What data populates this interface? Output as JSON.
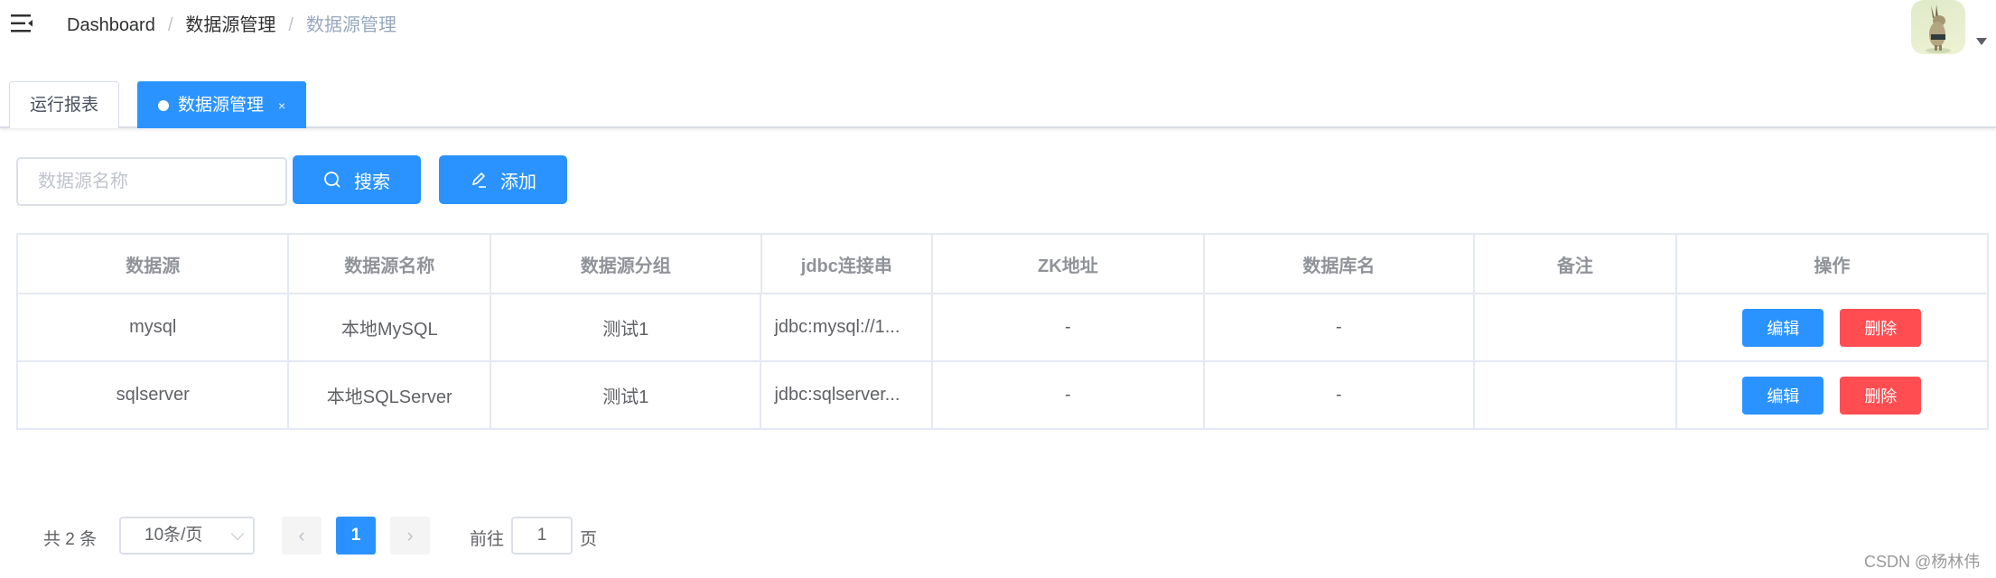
{
  "navbar": {
    "breadcrumb": [
      "Dashboard",
      "数据源管理",
      "数据源管理"
    ],
    "separator": "/",
    "icons": {
      "menu": "hamburger-fold-icon",
      "avatar": "user-avatar-rabbit",
      "avatar_menu": "caret-down-icon"
    }
  },
  "tags": [
    {
      "label": "运行报表",
      "active": false
    },
    {
      "label": "数据源管理",
      "active": true,
      "close": "×"
    }
  ],
  "toolbar": {
    "search_placeholder": "数据源名称",
    "search_value": "",
    "search_label": "搜索",
    "add_label": "添加"
  },
  "table": {
    "columns": [
      "数据源",
      "数据源名称",
      "数据源分组",
      "jdbc连接串",
      "ZK地址",
      "数据库名",
      "备注",
      "操作"
    ],
    "rows": [
      {
        "type": "mysql",
        "name": "本地MySQL",
        "group": "测试1",
        "jdbc": "jdbc:mysql://1...",
        "zk": "-",
        "db": "-",
        "remark": "",
        "edit": "编辑",
        "delete": "删除"
      },
      {
        "type": "sqlserver",
        "name": "本地SQLServer",
        "group": "测试1",
        "jdbc": "jdbc:sqlserver...",
        "zk": "-",
        "db": "-",
        "remark": "",
        "edit": "编辑",
        "delete": "删除"
      }
    ]
  },
  "pagination": {
    "total": "共 2 条",
    "page_size": "10条/页",
    "prev": "‹",
    "current_page": "1",
    "next": "›",
    "goto_label": "前往",
    "goto_value": "1",
    "page_suffix": "页"
  },
  "watermark": "CSDN @杨林伟",
  "colors": {
    "primary": "#2b93ff",
    "danger": "#ff4d51",
    "border": "#e4e9f2",
    "header_text": "#909399"
  }
}
